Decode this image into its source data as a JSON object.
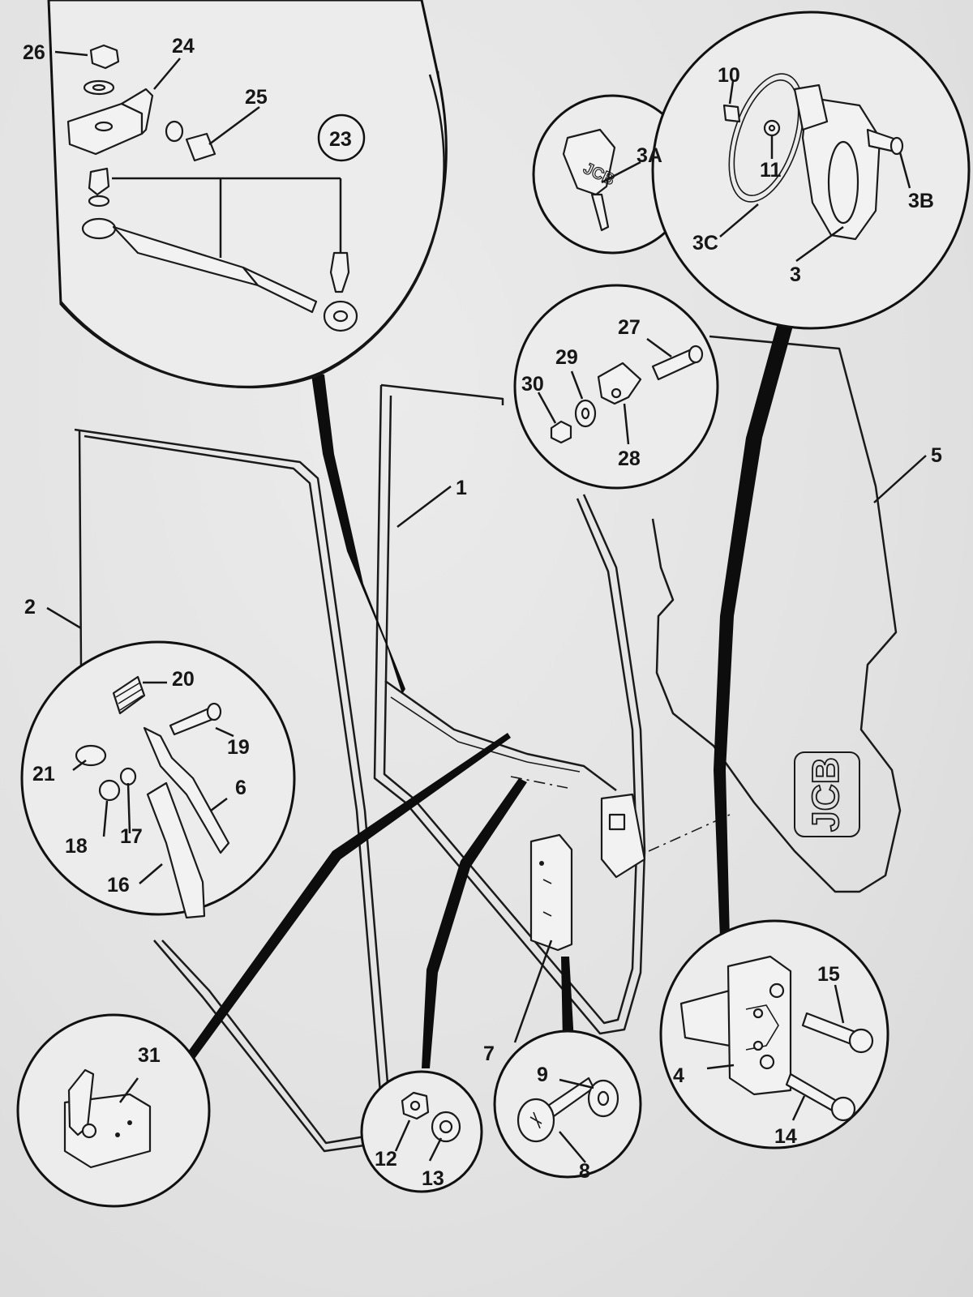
{
  "diagram": {
    "brand_text": "JCB",
    "callouts": {
      "c1": "1",
      "c2": "2",
      "c3": "3",
      "c3a": "3A",
      "c3b": "3B",
      "c3c": "3C",
      "c4": "4",
      "c5": "5",
      "c6": "6",
      "c7": "7",
      "c8": "8",
      "c9": "9",
      "c10": "10",
      "c11": "11",
      "c12": "12",
      "c13": "13",
      "c14": "14",
      "c15": "15",
      "c16": "16",
      "c17": "17",
      "c18": "18",
      "c19": "19",
      "c20": "20",
      "c21": "21",
      "c23": "23",
      "c24": "24",
      "c25": "25",
      "c26": "26",
      "c27": "27",
      "c28": "28",
      "c29": "29",
      "c30": "30",
      "c31": "31"
    }
  }
}
